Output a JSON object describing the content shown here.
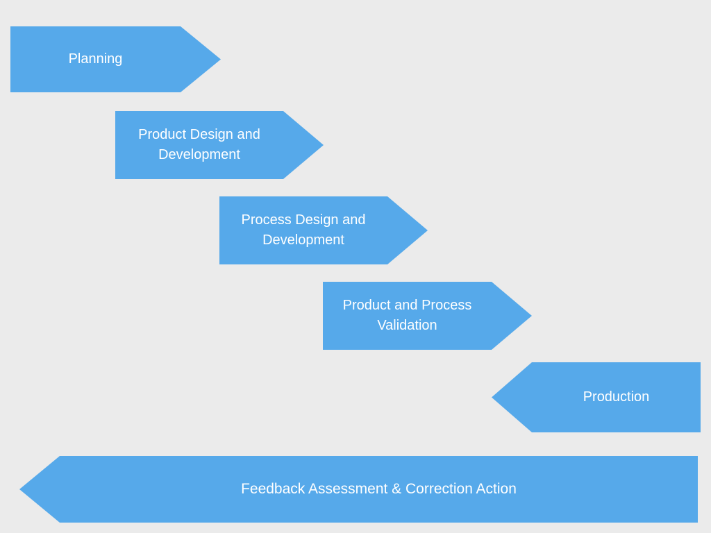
{
  "diagram": {
    "steps": [
      {
        "label": "Planning"
      },
      {
        "label": "Product Design and Development"
      },
      {
        "label": "Process Design and Development"
      },
      {
        "label": "Product and Process Validation"
      },
      {
        "label": "Production"
      },
      {
        "label": "Feedback Assessment & Correction Action"
      }
    ]
  },
  "colors": {
    "arrow": "#56a9ea",
    "text": "#ffffff",
    "background": "#ebebeb"
  }
}
